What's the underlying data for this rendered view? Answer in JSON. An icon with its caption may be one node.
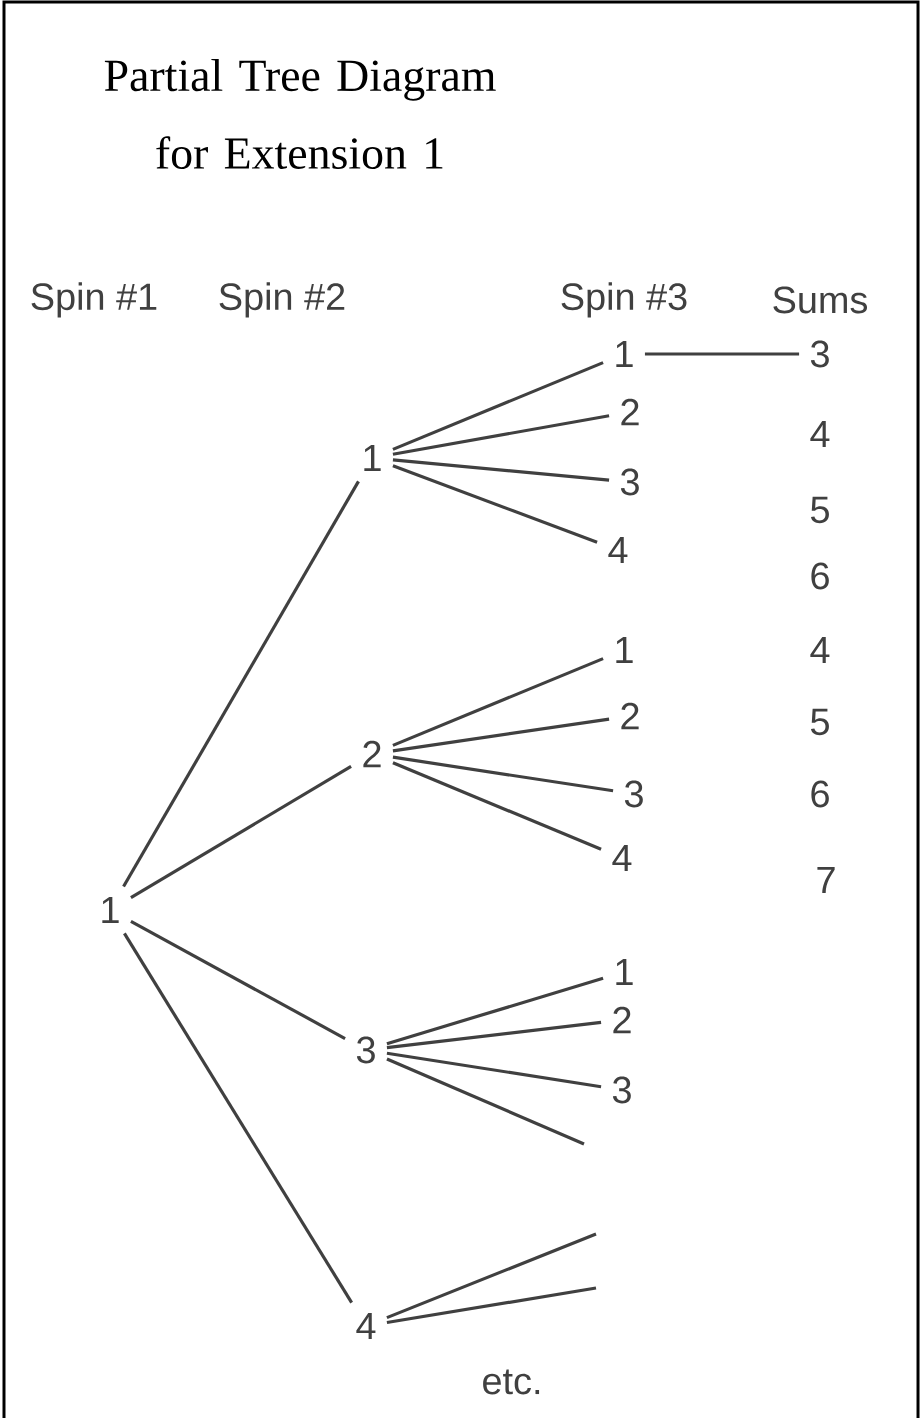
{
  "diagram": {
    "title": "Partial Tree Diagram for Extension 1",
    "nodes": [
      {
        "text": [
          "1"
        ]
      },
      {
        "text": [
          "1"
        ]
      },
      {
        "text": [
          "2"
        ]
      },
      {
        "text": [
          "3"
        ]
      },
      {
        "text": [
          "4"
        ]
      },
      {
        "text": [
          "1"
        ]
      },
      {
        "text": [
          "2"
        ]
      },
      {
        "text": [
          "3"
        ]
      },
      {
        "text": [
          "4"
        ]
      },
      {
        "text": [
          "1"
        ]
      },
      {
        "text": [
          "2"
        ]
      },
      {
        "text": [
          "3"
        ]
      },
      {
        "text": [
          "4"
        ]
      },
      {
        "text": [
          "1"
        ]
      },
      {
        "text": [
          "2"
        ]
      },
      {
        "text": [
          "3"
        ]
      },
      {
        "text": [
          "3"
        ]
      }
    ],
    "edges": [
      {
        "from": 0,
        "to": 1,
        "arrow": "none"
      },
      {
        "from": 0,
        "to": 2,
        "arrow": "none"
      },
      {
        "from": 0,
        "to": 3,
        "arrow": "none"
      },
      {
        "from": 0,
        "to": 4,
        "arrow": "none"
      },
      {
        "from": 1,
        "to": 5,
        "arrow": "none"
      },
      {
        "from": 1,
        "to": 6,
        "arrow": "none"
      },
      {
        "from": 1,
        "to": 7,
        "arrow": "none"
      },
      {
        "from": 1,
        "to": 8,
        "arrow": "none"
      },
      {
        "from": 2,
        "to": 9,
        "arrow": "none"
      },
      {
        "from": 2,
        "to": 10,
        "arrow": "none"
      },
      {
        "from": 2,
        "to": 11,
        "arrow": "none"
      },
      {
        "from": 2,
        "to": 12,
        "arrow": "none"
      },
      {
        "from": 3,
        "to": 13,
        "arrow": "none"
      },
      {
        "from": 3,
        "to": 14,
        "arrow": "none"
      },
      {
        "from": 3,
        "to": 15,
        "arrow": "none"
      },
      {
        "from": 3,
        "to": null,
        "arrow": "none"
      },
      {
        "from": 4,
        "to": null,
        "arrow": "none"
      },
      {
        "from": 4,
        "to": null,
        "arrow": "none"
      },
      {
        "from": 5,
        "to": 16,
        "arrow": "none"
      }
    ],
    "labels": [
      "Spin #1",
      "Spin #2",
      "Spin #3",
      "Sums",
      "4",
      "5",
      "6",
      "4",
      "5",
      "6",
      "7",
      "etc."
    ]
  }
}
